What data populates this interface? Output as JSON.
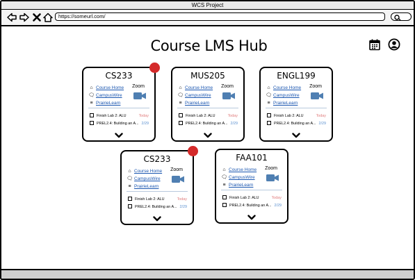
{
  "window": {
    "title": "WCS Project"
  },
  "browser": {
    "url": "https://someurl.com/"
  },
  "page": {
    "title": "Course LMS Hub"
  },
  "colors": {
    "link": "#1a56b0",
    "notification": "#d42a2a",
    "zoom": "#4f7fb2",
    "today": "#e07b7b",
    "date": "#5a8fd0"
  },
  "icons": {
    "calendar": "calendar-icon",
    "profile": "user-circle-icon",
    "home": "home-icon",
    "chat": "chat-icon",
    "prairie": "prairie-icon",
    "zoom": "video-camera-icon",
    "expand": "chevron-down-icon"
  },
  "courses": [
    {
      "code": "CS233",
      "notification": true,
      "links": [
        "Course Home",
        "CampusWire",
        "PrairieLearn"
      ],
      "zoom_label": "Zoom",
      "todos": [
        {
          "text": "Finish Lab 2: ALU",
          "due": "Today"
        },
        {
          "text": "PREL2.4: Building an A...",
          "due": "2/29"
        }
      ]
    },
    {
      "code": "MUS205",
      "notification": false,
      "links": [
        "Course Home",
        "CampusWire",
        "PrairieLearn"
      ],
      "zoom_label": "Zoom",
      "todos": [
        {
          "text": "Finish Lab 2: ALU",
          "due": "Today"
        },
        {
          "text": "PREL2.4: Building an A...",
          "due": "2/29"
        }
      ]
    },
    {
      "code": "ENGL199",
      "notification": false,
      "links": [
        "Course Home",
        "CampusWire",
        "PrairieLearn"
      ],
      "zoom_label": "Zoom",
      "todos": [
        {
          "text": "Finish Lab 2: ALU",
          "due": "Today"
        },
        {
          "text": "PREL2.4: Building an A...",
          "due": "2/29"
        }
      ]
    },
    {
      "code": "CS233",
      "notification": true,
      "links": [
        "Course Home",
        "CampusWire",
        "PrairieLearn"
      ],
      "zoom_label": "Zoom",
      "todos": [
        {
          "text": "Finish Lab 2: ALU",
          "due": "Today"
        },
        {
          "text": "PREL2.4: Building an A...",
          "due": "2/29"
        }
      ]
    },
    {
      "code": "FAA101",
      "notification": false,
      "links": [
        "Course Home",
        "CampusWire",
        "PrairieLearn"
      ],
      "zoom_label": "Zoom",
      "todos": [
        {
          "text": "Finish Lab 2: ALU",
          "due": "Today"
        },
        {
          "text": "PREL2.4: Building an A...",
          "due": "2/29"
        }
      ]
    }
  ]
}
